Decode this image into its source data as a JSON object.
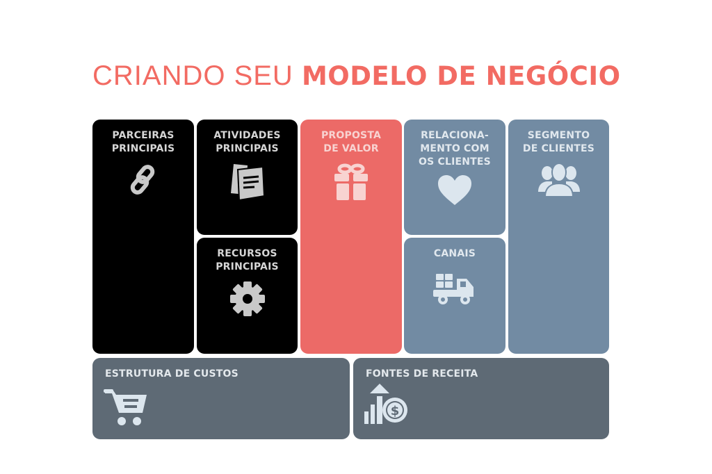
{
  "title": {
    "light": "CRIANDO SEU ",
    "bold": "MODELO DE NEGÓCIO",
    "color": "#F26B63"
  },
  "blocks": [
    {
      "id": "parceiras",
      "label": "PARCEIRAS\nPRINCIPAIS",
      "icon": "link-icon",
      "color": "#000000"
    },
    {
      "id": "atividades",
      "label": "ATIVIDADES\nPRINCIPAIS",
      "icon": "notes-icon",
      "color": "#000000"
    },
    {
      "id": "recursos",
      "label": "RECURSOS\nPRINCIPAIS",
      "icon": "gear-icon",
      "color": "#000000"
    },
    {
      "id": "proposta",
      "label": "PROPOSTA\nDE VALOR",
      "icon": "gift-icon",
      "color": "#EC6A67"
    },
    {
      "id": "relacionamento",
      "label": "RELACIONA-\nMENTO COM\nOS CLIENTES",
      "icon": "heart-icon",
      "color": "#728BA3"
    },
    {
      "id": "canais",
      "label": "CANAIS",
      "icon": "truck-icon",
      "color": "#728BA3"
    },
    {
      "id": "segmento",
      "label": "SEGMENTO\nDE CLIENTES",
      "icon": "users-icon",
      "color": "#728BA3"
    },
    {
      "id": "custos",
      "label": "ESTRUTURA DE CUSTOS",
      "icon": "cart-icon",
      "color": "#5E6A75"
    },
    {
      "id": "receita",
      "label": "FONTES DE RECEITA",
      "icon": "revenue-icon",
      "color": "#5E6A75"
    }
  ]
}
